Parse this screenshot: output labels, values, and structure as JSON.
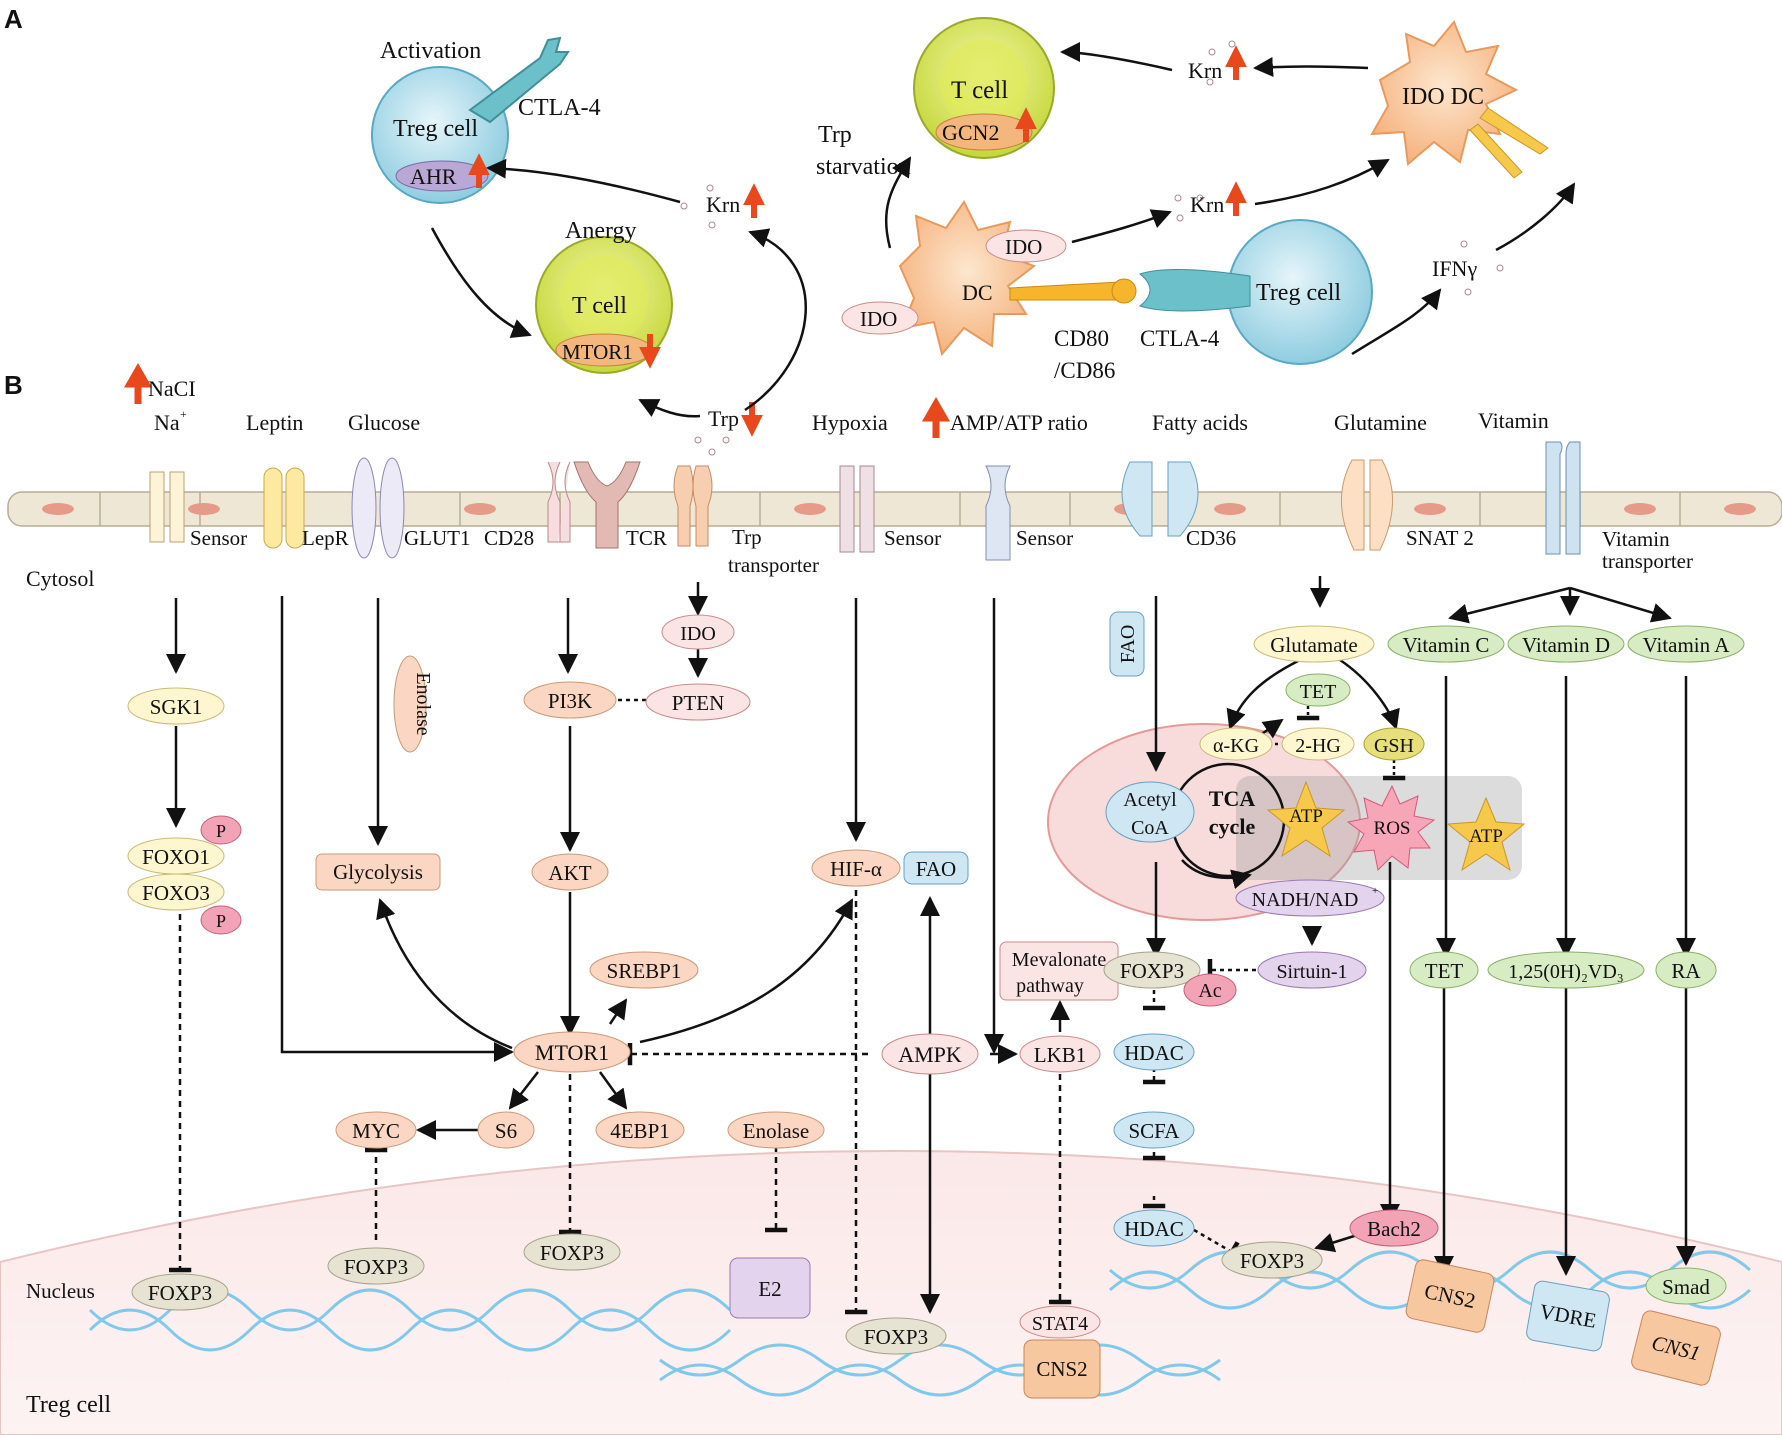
{
  "panels": {
    "a": "A",
    "b": "B"
  },
  "colors": {
    "nodeOrange": "#fbd6c2",
    "nodeYellow": "#fdf6cf",
    "nodeGreen": "#d8ecc4",
    "nodeBlue": "#cfe6f3",
    "nodePurple": "#e4d3ec",
    "nodeGray": "#e7e3d2",
    "nodePink": "#f2a3b5",
    "arrowRed": "#e8481c",
    "mitochondria": "#f8dcdc",
    "membrane": "#efe7d6",
    "tCellGreen": "#d4e157",
    "tregBlue": "#bfe2ee",
    "dna": "#6cc3ea"
  },
  "panelA": {
    "activation": "Activation",
    "ctla4_top": "CTLA-4",
    "treg_cell_top": "Treg cell",
    "ahr": "AHR",
    "anergy": "Anergy",
    "t_cell_left": "T cell",
    "mtor1": "MTOR1",
    "krn_left": "Krn",
    "trp": "Trp",
    "trp_starvation_1": "Trp",
    "trp_starvation_2": "starvation",
    "t_cell_right": "T cell",
    "gcn2": "GCN2",
    "krn_top": "Krn",
    "ido_dc": "IDO DC",
    "krn_mid": "Krn",
    "ido_1": "IDO",
    "ido_2": "IDO",
    "dc": "DC",
    "cd80_1": "CD80",
    "cd80_2": "/CD86",
    "ctla4_bottom": "CTLA-4",
    "treg_cell_right": "Treg cell",
    "ifng": "IFNγ"
  },
  "panelB": {
    "nacl": "NaCI",
    "na": "Na",
    "na_sup": "+",
    "top_labels": {
      "leptin": "Leptin",
      "glucose": "Glucose",
      "hypoxia": "Hypoxia",
      "amp_atp": "AMP/ATP ratio",
      "fatty_acids": "Fatty acids",
      "glutamine": "Glutamine",
      "vitamin": "Vitamin"
    },
    "receptors": {
      "sensor_na": "Sensor",
      "lepr": "LepR",
      "glut1": "GLUT1",
      "cd28": "CD28",
      "tcr": "TCR",
      "trp_transporter_1": "Trp",
      "trp_transporter_2": "transporter",
      "sensor_hypoxia": "Sensor",
      "sensor_amp": "Sensor",
      "cd36": "CD36",
      "snat2": "SNAT 2",
      "vitamin_transporter_1": "Vitamin",
      "vitamin_transporter_2": "transporter"
    },
    "cytosol": "Cytosol",
    "nucleus": "Nucleus",
    "treg_cell": "Treg cell",
    "nodes": {
      "sgk1": "SGK1",
      "p1": "P",
      "foxo1": "FOXO1",
      "foxo3": "FOXO3",
      "p2": "P",
      "enolase_v": "Enolase",
      "glycolysis": "Glycolysis",
      "ido": "IDO",
      "pi3k": "PI3K",
      "pten": "PTEN",
      "akt": "AKT",
      "srebp1": "SREBP1",
      "mtor1": "MTOR1",
      "myc": "MYC",
      "s6": "S6",
      "ebp1": "4EBP1",
      "enolase": "Enolase",
      "hif": "HIF-α",
      "fao_h": "FAO",
      "ampk": "AMPK",
      "lkb1": "LKB1",
      "mevalonate_1": "Mevalonate",
      "mevalonate_2": "pathway",
      "fao_v": "FAO",
      "acetyl_1": "Acetyl",
      "acetyl_2": "CoA",
      "tca_1": "TCA",
      "tca_2": "cycle",
      "glutamate": "Glutamate",
      "tet_mito": "TET",
      "akg": "α-KG",
      "hg2": "2-HG",
      "gsh": "GSH",
      "atp_1": "ATP",
      "ros": "ROS",
      "atp_2": "ATP",
      "nadh": "NADH/NAD",
      "nadh_sup": "+",
      "foxp3_cyt": "FOXP3",
      "ac": "Ac",
      "sirtuin": "Sirtuin-1",
      "hdac_1": "HDAC",
      "scfa": "SCFA",
      "hdac_2": "HDAC",
      "bach2": "Bach2",
      "vitc": "Vitamin C",
      "vitd": "Vitamin D",
      "vita": "Vitamin A",
      "tet": "TET",
      "vd3": "1,25(0H)₂VD₃",
      "ra": "RA",
      "smad": "Smad"
    },
    "nuclear": {
      "foxp3_a": "FOXP3",
      "foxp3_b": "FOXP3",
      "foxp3_c": "FOXP3",
      "e2": "E2",
      "foxp3_d": "FOXP3",
      "stat4": "STAT4",
      "cns2_a": "CNS2",
      "foxp3_e": "FOXP3",
      "cns2_b": "CNS2",
      "vdre": "VDRE",
      "cns1": "CNS1"
    }
  }
}
